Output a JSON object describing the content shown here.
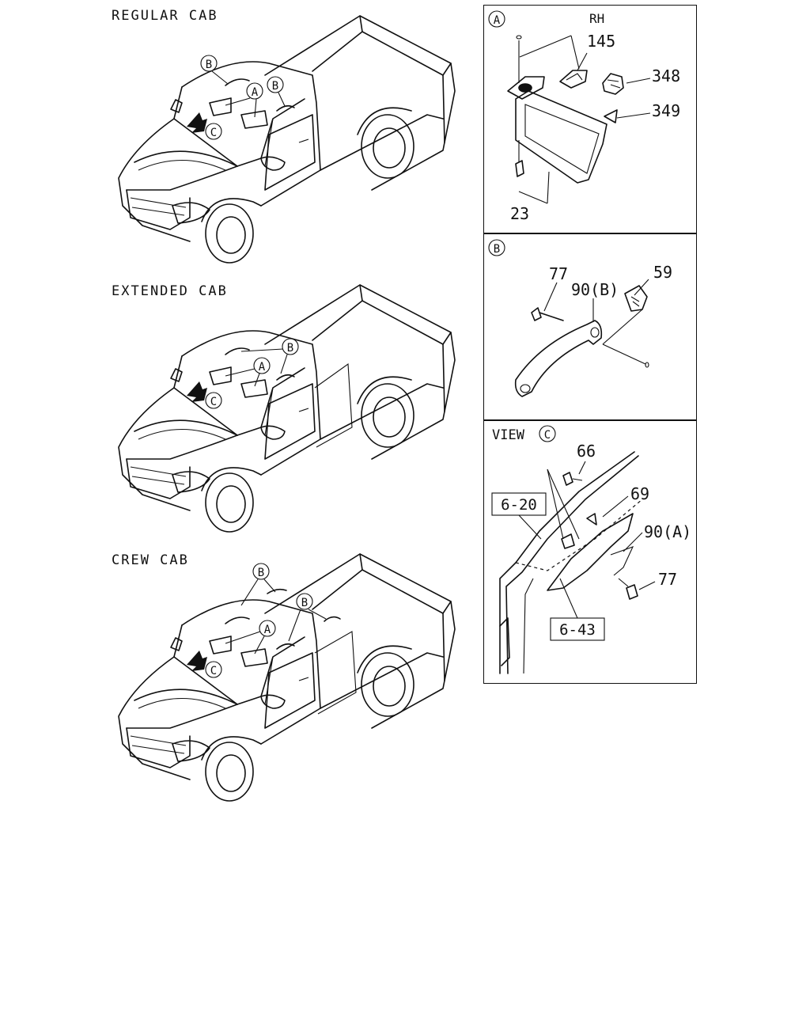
{
  "cabs": {
    "regular": {
      "label": "REGULAR CAB"
    },
    "extended": {
      "label": "EXTENDED CAB"
    },
    "crew": {
      "label": "CREW CAB"
    }
  },
  "callouts": {
    "a": "A",
    "b": "B",
    "c": "C"
  },
  "panel_a": {
    "marker": "A",
    "side": "RH",
    "parts": {
      "p145": "145",
      "p348": "348",
      "p349": "349",
      "p23": "23"
    }
  },
  "panel_b": {
    "marker": "B",
    "parts": {
      "p77": "77",
      "p90b": "90(B)",
      "p59": "59"
    }
  },
  "panel_c": {
    "view_label": "VIEW",
    "marker": "C",
    "parts": {
      "p66": "66",
      "p69": "69",
      "p90a": "90(A)",
      "p77": "77"
    },
    "refs": {
      "r620": "6-20",
      "r643": "6-43"
    }
  }
}
